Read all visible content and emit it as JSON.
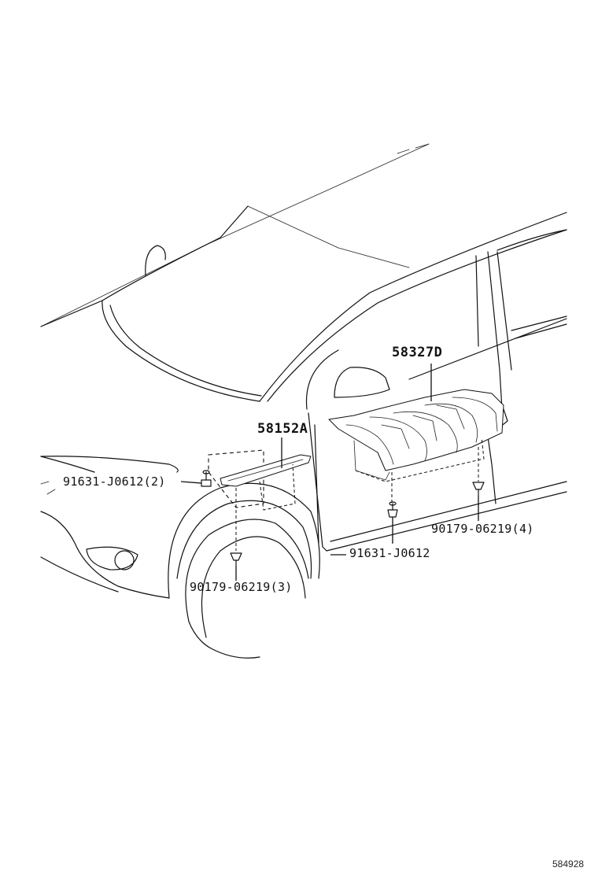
{
  "callouts": {
    "panel_rh": "58327D",
    "seal_front": "58152A",
    "bolt_front": "91631-J0612(2)",
    "bolt_center": "91631-J0612",
    "clip_front": "90179-06219(3)",
    "clip_rear": "90179-06219(4)"
  },
  "diagram_id": "584928"
}
